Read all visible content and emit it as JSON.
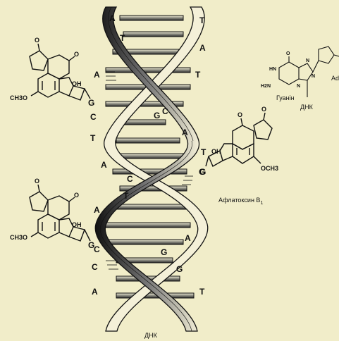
{
  "diagram": {
    "helix_label": "ДНК",
    "aflatoxin_label": "Афлатоксин B",
    "aflatoxin_sub": "1",
    "guanine_label": "Гуанін",
    "guanine_dna_label": "ДНК",
    "guanine_ad_label": "Ad",
    "guanine_atoms": {
      "o": "O",
      "hn": "HN",
      "h2n": "H2N",
      "n1": "N",
      "n2": "N",
      "n3": "N"
    },
    "aflatoxin_atoms": {
      "o": "O",
      "oh": "OH",
      "och3_left": "CH3O",
      "och3_right": "OCH3",
      "g": "G"
    },
    "bases_left": [
      "A",
      "T",
      "A",
      "C",
      "T",
      "A",
      "C",
      "A",
      "T",
      "C",
      "C",
      "A"
    ],
    "bases_right": [
      "T",
      "A",
      "T",
      "G",
      "C",
      "A",
      "T",
      "G",
      "G",
      "A",
      "G",
      "T"
    ]
  }
}
